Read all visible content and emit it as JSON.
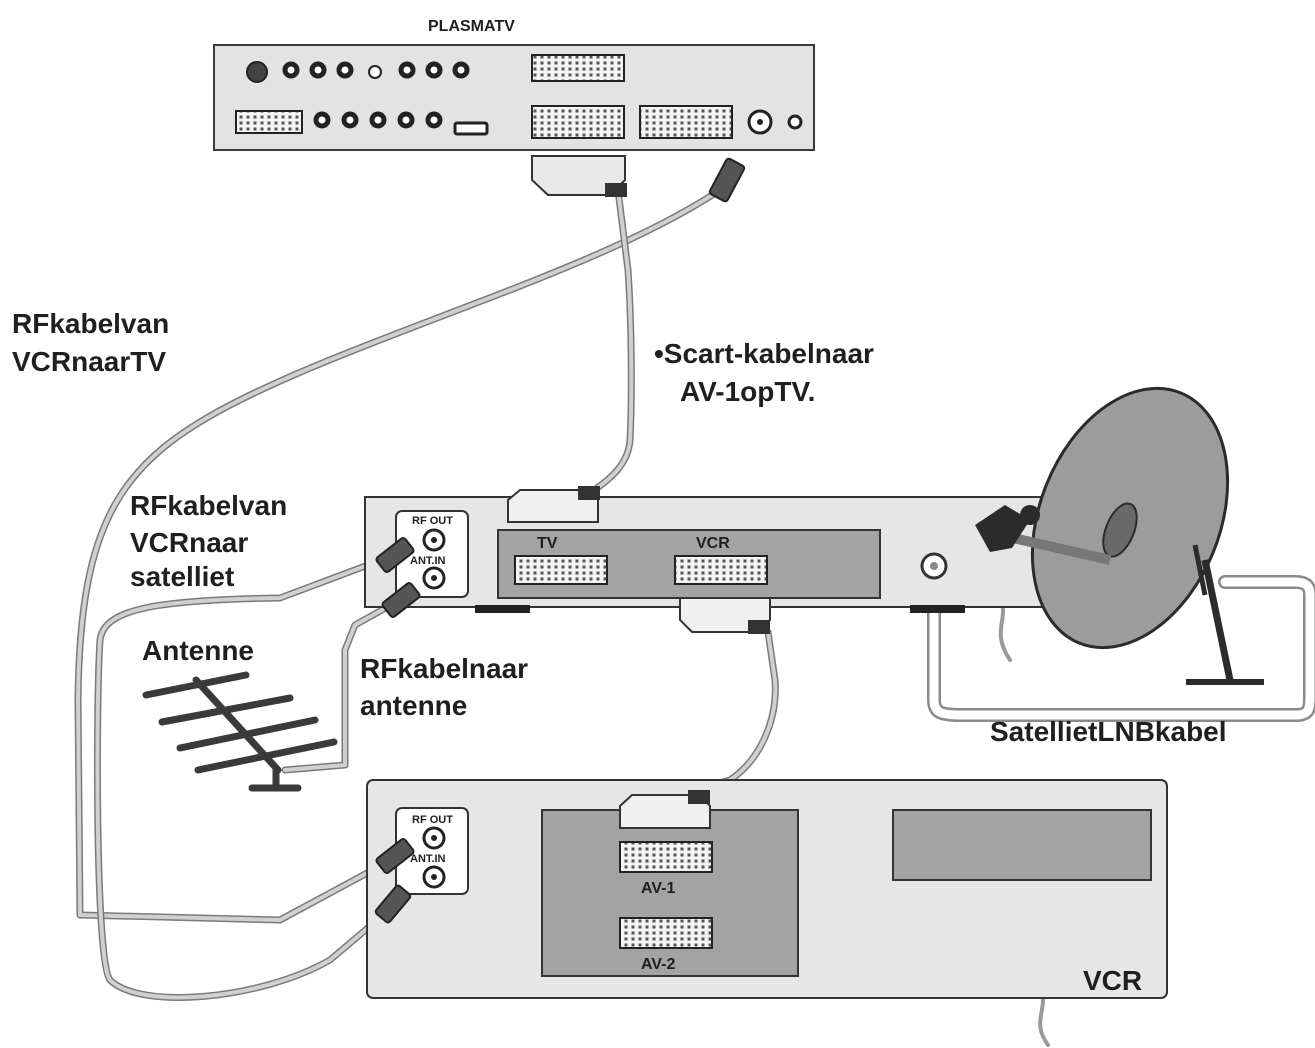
{
  "tv": {
    "title": "PLASMATV"
  },
  "labels": {
    "rf_vcr_tv_1": "RFkabelvan",
    "rf_vcr_tv_2": "VCRnaarTV",
    "scart_1": "•Scart-kabelnaar",
    "scart_2": "AV-1opTV.",
    "rf_vcr_sat_1": "RFkabelvan",
    "rf_vcr_sat_2": "VCRnaar",
    "rf_vcr_sat_3": "satelliet",
    "antenne": "Antenne",
    "rf_ant_1": "RFkabelnaar",
    "rf_ant_2": "antenne",
    "lnb": "SatellietLNBkabel"
  },
  "satellite_box": {
    "rf_out": "RF OUT",
    "ant_in": "ANT.IN",
    "scart_tv": "TV",
    "scart_vcr": "VCR"
  },
  "vcr": {
    "name": "VCR",
    "rf_out": "RF OUT",
    "ant_in": "ANT.IN",
    "av1": "AV-1",
    "av2": "AV-2"
  },
  "colors": {
    "panel": "#e6e6e6",
    "panel_dark": "#9a9a9a",
    "stroke": "#2b2b2b",
    "cable": "#a9a9a9"
  }
}
